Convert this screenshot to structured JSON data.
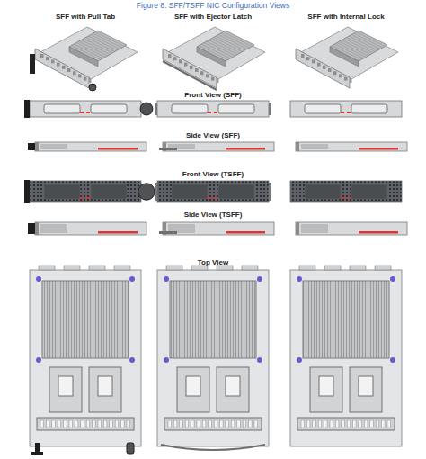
{
  "diagram": {
    "title": "Figure 8: SFF/TSFF NIC Configuration Views",
    "labels": [
      "SFF with Pull Tab",
      "SFF with Ejector Latch",
      "SFF with Internal Lock",
      "Front View (SFF)",
      "Side View (SFF)",
      "Front View (TSFF)",
      "Side View (TSFF)",
      "Top View"
    ]
  }
}
